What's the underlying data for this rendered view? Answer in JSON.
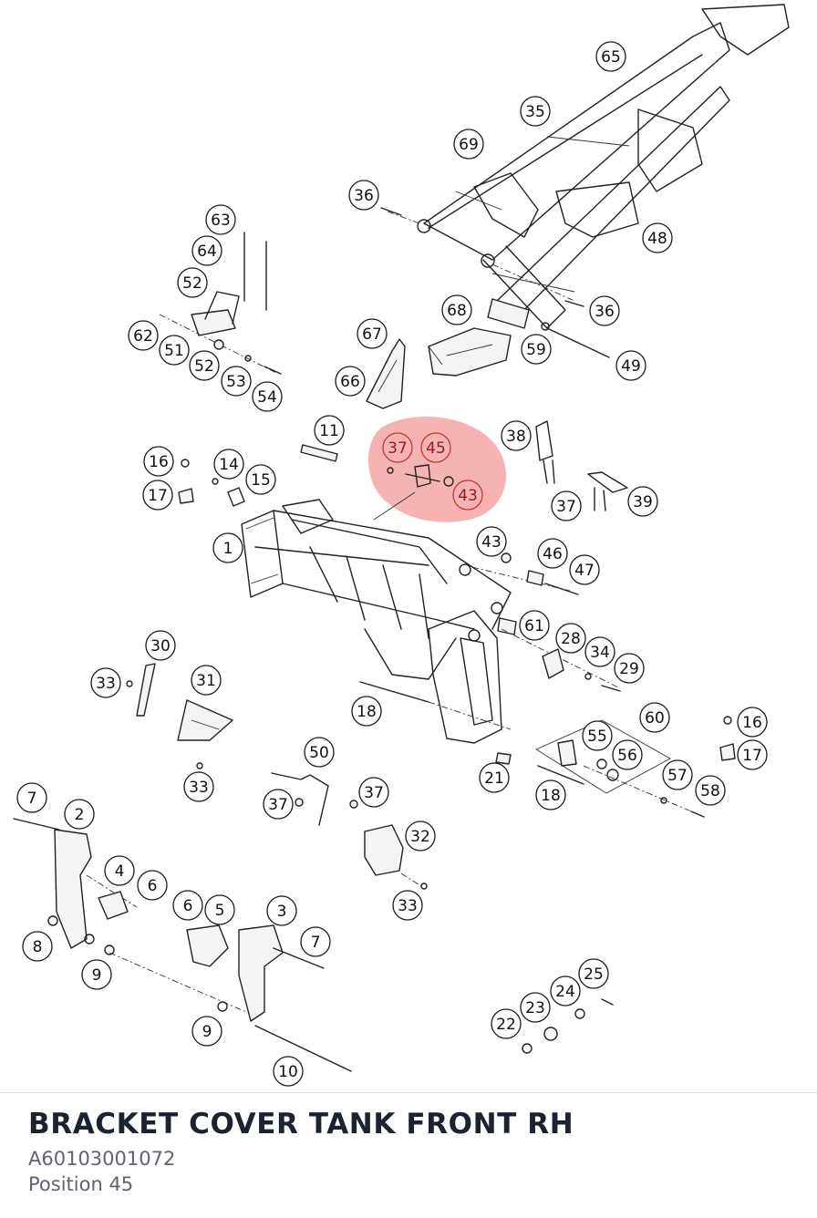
{
  "part": {
    "title": "BRACKET COVER TANK FRONT RH",
    "number": "A60103001072",
    "position": "Position 45"
  },
  "highlight": {
    "color": "#e84a4a",
    "positions": [
      "37",
      "45",
      "43"
    ]
  },
  "callouts": [
    {
      "id": "c65",
      "label": "65"
    },
    {
      "id": "c35",
      "label": "35"
    },
    {
      "id": "c69",
      "label": "69"
    },
    {
      "id": "c36a",
      "label": "36"
    },
    {
      "id": "c48",
      "label": "48"
    },
    {
      "id": "c36b",
      "label": "36"
    },
    {
      "id": "c63",
      "label": "63"
    },
    {
      "id": "c64",
      "label": "64"
    },
    {
      "id": "c52a",
      "label": "52"
    },
    {
      "id": "c62",
      "label": "62"
    },
    {
      "id": "c51",
      "label": "51"
    },
    {
      "id": "c52b",
      "label": "52"
    },
    {
      "id": "c53",
      "label": "53"
    },
    {
      "id": "c54",
      "label": "54"
    },
    {
      "id": "c68",
      "label": "68"
    },
    {
      "id": "c67",
      "label": "67"
    },
    {
      "id": "c66",
      "label": "66"
    },
    {
      "id": "c59",
      "label": "59"
    },
    {
      "id": "c49",
      "label": "49"
    },
    {
      "id": "c11",
      "label": "11"
    },
    {
      "id": "c37a",
      "label": "37"
    },
    {
      "id": "c45",
      "label": "45"
    },
    {
      "id": "c43a",
      "label": "43"
    },
    {
      "id": "c38",
      "label": "38"
    },
    {
      "id": "c37b",
      "label": "37"
    },
    {
      "id": "c39",
      "label": "39"
    },
    {
      "id": "c16a",
      "label": "16"
    },
    {
      "id": "c14",
      "label": "14"
    },
    {
      "id": "c15",
      "label": "15"
    },
    {
      "id": "c17a",
      "label": "17"
    },
    {
      "id": "c1",
      "label": "1"
    },
    {
      "id": "c43b",
      "label": "43"
    },
    {
      "id": "c46",
      "label": "46"
    },
    {
      "id": "c47",
      "label": "47"
    },
    {
      "id": "c61",
      "label": "61"
    },
    {
      "id": "c28",
      "label": "28"
    },
    {
      "id": "c34",
      "label": "34"
    },
    {
      "id": "c29",
      "label": "29"
    },
    {
      "id": "c30",
      "label": "30"
    },
    {
      "id": "c33a",
      "label": "33"
    },
    {
      "id": "c31",
      "label": "31"
    },
    {
      "id": "c18a",
      "label": "18"
    },
    {
      "id": "c60",
      "label": "60"
    },
    {
      "id": "c16b",
      "label": "16"
    },
    {
      "id": "c55",
      "label": "55"
    },
    {
      "id": "c56",
      "label": "56"
    },
    {
      "id": "c17b",
      "label": "17"
    },
    {
      "id": "c33b",
      "label": "33"
    },
    {
      "id": "c50",
      "label": "50"
    },
    {
      "id": "c21",
      "label": "21"
    },
    {
      "id": "c57",
      "label": "57"
    },
    {
      "id": "c58",
      "label": "58"
    },
    {
      "id": "c37c",
      "label": "37"
    },
    {
      "id": "c37d",
      "label": "37"
    },
    {
      "id": "c18b",
      "label": "18"
    },
    {
      "id": "c7a",
      "label": "7"
    },
    {
      "id": "c2",
      "label": "2"
    },
    {
      "id": "c32",
      "label": "32"
    },
    {
      "id": "c4",
      "label": "4"
    },
    {
      "id": "c6a",
      "label": "6"
    },
    {
      "id": "c6b",
      "label": "6"
    },
    {
      "id": "c5",
      "label": "5"
    },
    {
      "id": "c3",
      "label": "3"
    },
    {
      "id": "c33c",
      "label": "33"
    },
    {
      "id": "c8",
      "label": "8"
    },
    {
      "id": "c7b",
      "label": "7"
    },
    {
      "id": "c9a",
      "label": "9"
    },
    {
      "id": "c25",
      "label": "25"
    },
    {
      "id": "c24",
      "label": "24"
    },
    {
      "id": "c23",
      "label": "23"
    },
    {
      "id": "c22",
      "label": "22"
    },
    {
      "id": "c9b",
      "label": "9"
    },
    {
      "id": "c10",
      "label": "10"
    }
  ]
}
